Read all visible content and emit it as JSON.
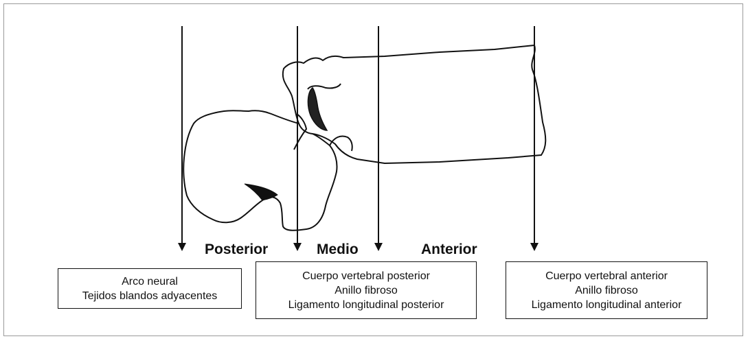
{
  "columns": {
    "posterior": "Posterior",
    "middle": "Medio",
    "anterior": "Anterior"
  },
  "boxes": {
    "posterior": [
      "Arco neural",
      "Tejidos blandos adyacentes"
    ],
    "middle": [
      "Cuerpo vertebral posterior",
      "Anillo fibroso",
      "Ligamento longitudinal posterior"
    ],
    "anterior": [
      "Cuerpo vertebral anterior",
      "Anillo fibroso",
      "Ligamento longitudinal anterior"
    ]
  },
  "colors": {
    "line": "#111111",
    "frame": "#9a9a9a"
  }
}
